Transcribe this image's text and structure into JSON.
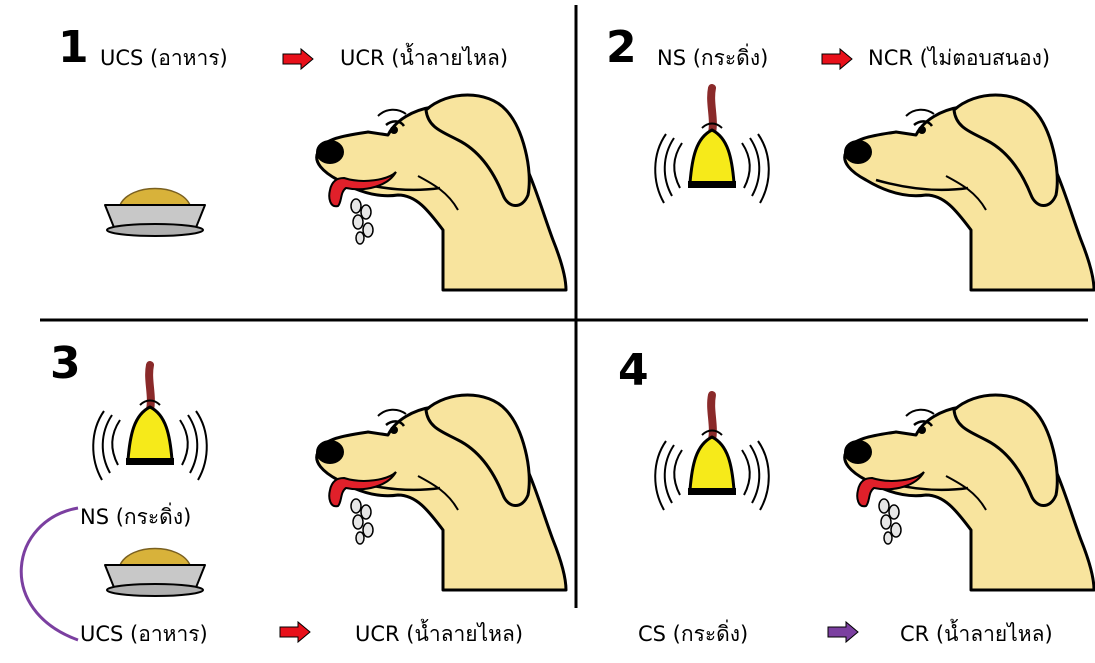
{
  "panels": [
    {
      "number": "1",
      "stimulus_label": "UCS (อาหาร)",
      "response_label": "UCR (น้ำลายไหล)",
      "arrow_color": "#e8101a",
      "stimulus_icon": "food-bowl-icon",
      "dog_state": "salivating"
    },
    {
      "number": "2",
      "stimulus_label": "NS (กระดิ่ง)",
      "response_label": "NCR (ไม่ตอบสนอง)",
      "arrow_color": "#e8101a",
      "stimulus_icon": "bell-icon",
      "dog_state": "no-response"
    },
    {
      "number": "3",
      "bell_label": "NS (กระดิ่ง)",
      "stimulus_label": "UCS (อาหาร)",
      "response_label": "UCR (น้ำลายไหล)",
      "arrow_color": "#e8101a",
      "pairing_color": "#7b3fa0",
      "stimulus_icon": "bell-and-food-bowl-icon",
      "dog_state": "salivating"
    },
    {
      "number": "4",
      "stimulus_label": "CS (กระดิ่ง)",
      "response_label": "CR (น้ำลายไหล)",
      "arrow_color": "#7b3fa0",
      "stimulus_icon": "bell-icon",
      "dog_state": "salivating"
    }
  ],
  "colors": {
    "dog_fill": "#f8e49e",
    "bell_fill": "#f6ea1a",
    "tongue": "#e0202a",
    "food": "#d8b23a",
    "bowl": "#c8c8c8"
  }
}
